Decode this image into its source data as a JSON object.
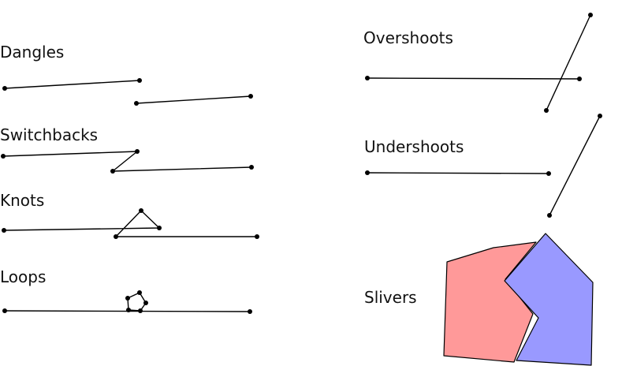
{
  "labels": {
    "dangles": "Dangles",
    "switchbacks": "Switchbacks",
    "knots": "Knots",
    "loops": "Loops",
    "overshoots": "Overshoots",
    "undershoots": "Undershoots",
    "slivers": "Slivers"
  },
  "colors": {
    "line": "#000000",
    "sliver_left_fill": "#ff9999",
    "sliver_right_fill": "#9999ff"
  }
}
